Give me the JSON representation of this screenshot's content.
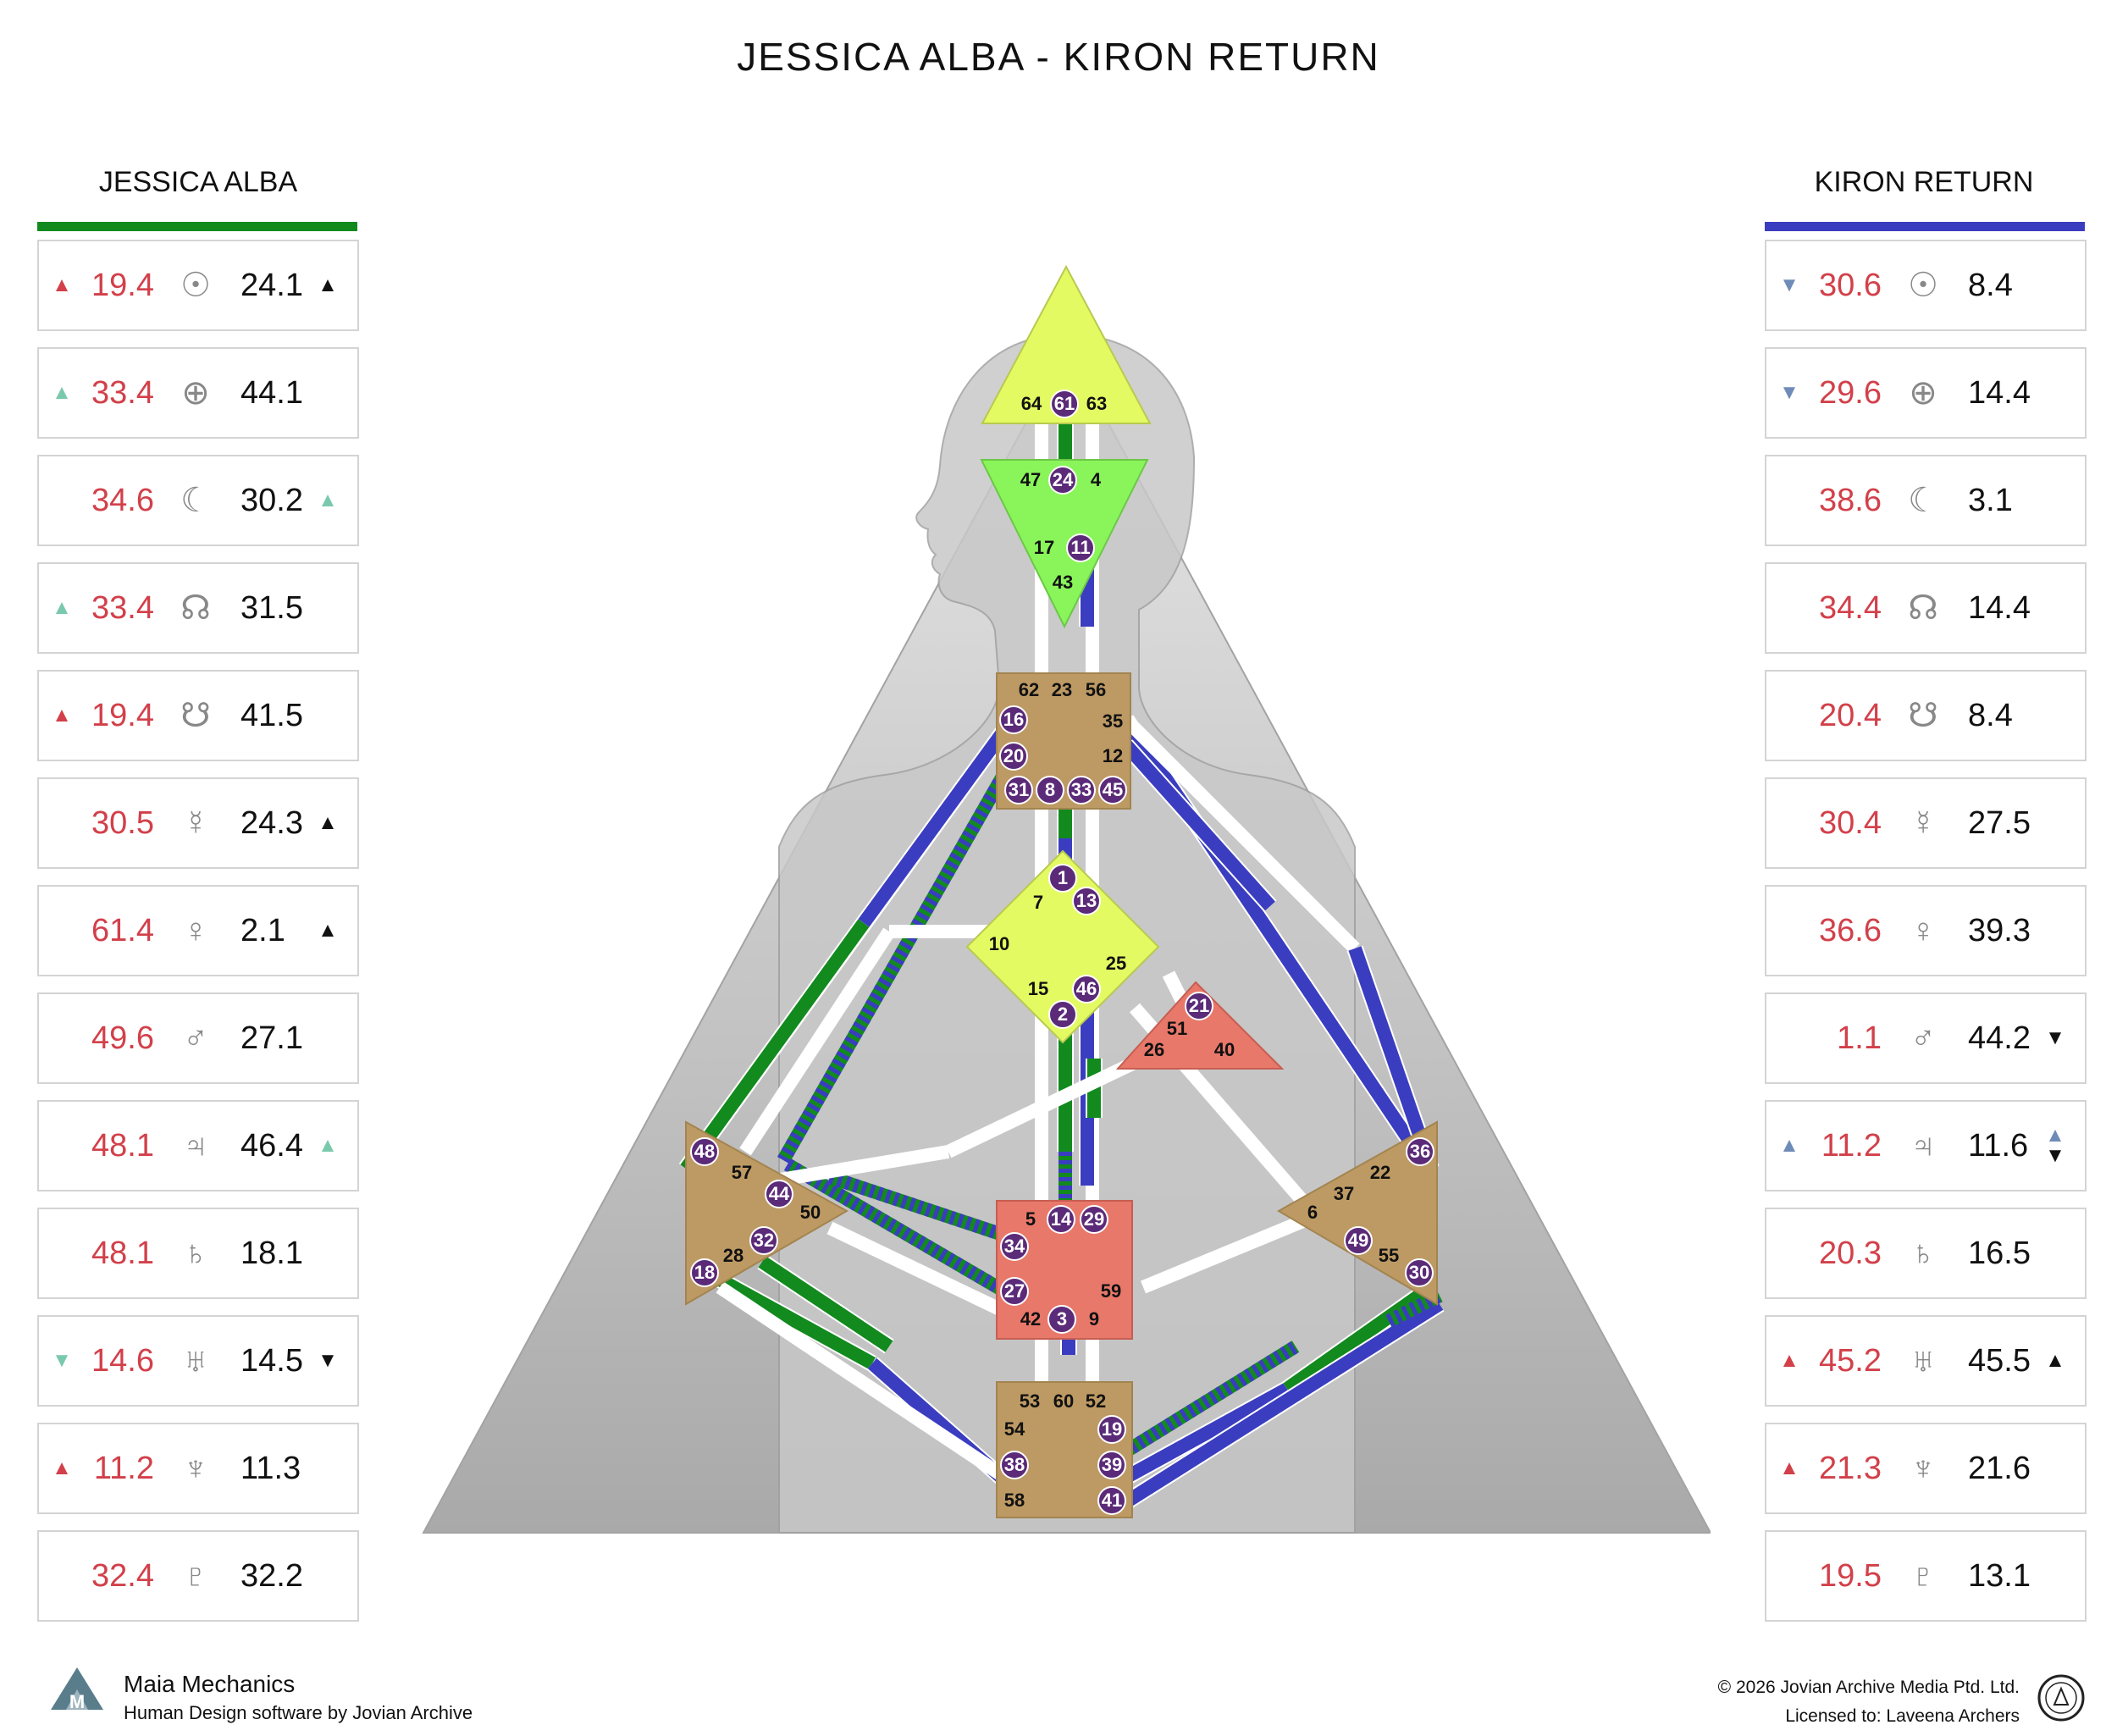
{
  "title": "JESSICA ALBA - KIRON RETURN",
  "left_column": {
    "header": "JESSICA ALBA",
    "accent": "#128a1e",
    "rows": [
      {
        "planet": "sun-icon",
        "glyph": "☉",
        "design": "19.4",
        "personality": "24.1",
        "design_arrow": "▲",
        "design_arrow_color": "red",
        "personality_arrow": "▲",
        "personality_arrow_color": "black"
      },
      {
        "planet": "earth-icon",
        "glyph": "⊕",
        "design": "33.4",
        "personality": "44.1",
        "design_arrow": "▲",
        "design_arrow_color": "teal",
        "personality_arrow": "",
        "personality_arrow_color": ""
      },
      {
        "planet": "moon-icon",
        "glyph": "☾",
        "design": "34.6",
        "personality": "30.2",
        "design_arrow": "",
        "design_arrow_color": "",
        "personality_arrow": "▲",
        "personality_arrow_color": "teal"
      },
      {
        "planet": "north-node-icon",
        "glyph": "☊",
        "design": "33.4",
        "personality": "31.5",
        "design_arrow": "▲",
        "design_arrow_color": "teal",
        "personality_arrow": "",
        "personality_arrow_color": ""
      },
      {
        "planet": "south-node-icon",
        "glyph": "☋",
        "design": "19.4",
        "personality": "41.5",
        "design_arrow": "▲",
        "design_arrow_color": "red",
        "personality_arrow": "",
        "personality_arrow_color": ""
      },
      {
        "planet": "mercury-icon",
        "glyph": "☿",
        "design": "30.5",
        "personality": "24.3",
        "design_arrow": "",
        "design_arrow_color": "",
        "personality_arrow": "▲",
        "personality_arrow_color": "black"
      },
      {
        "planet": "venus-icon",
        "glyph": "♀",
        "design": "61.4",
        "personality": "2.1",
        "design_arrow": "",
        "design_arrow_color": "",
        "personality_arrow": "▲",
        "personality_arrow_color": "black"
      },
      {
        "planet": "mars-icon",
        "glyph": "♂",
        "design": "49.6",
        "personality": "27.1",
        "design_arrow": "",
        "design_arrow_color": "",
        "personality_arrow": "",
        "personality_arrow_color": ""
      },
      {
        "planet": "jupiter-icon",
        "glyph": "♃",
        "design": "48.1",
        "personality": "46.4",
        "design_arrow": "",
        "design_arrow_color": "",
        "personality_arrow": "▲",
        "personality_arrow_color": "teal"
      },
      {
        "planet": "saturn-icon",
        "glyph": "♄",
        "design": "48.1",
        "personality": "18.1",
        "design_arrow": "",
        "design_arrow_color": "",
        "personality_arrow": "",
        "personality_arrow_color": ""
      },
      {
        "planet": "uranus-icon",
        "glyph": "♅",
        "design": "14.6",
        "personality": "14.5",
        "design_arrow": "▼",
        "design_arrow_color": "teal",
        "personality_arrow": "▼",
        "personality_arrow_color": "black"
      },
      {
        "planet": "neptune-icon",
        "glyph": "♆",
        "design": "11.2",
        "personality": "11.3",
        "design_arrow": "▲",
        "design_arrow_color": "red",
        "personality_arrow": "",
        "personality_arrow_color": ""
      },
      {
        "planet": "pluto-icon",
        "glyph": "♇",
        "design": "32.4",
        "personality": "32.2",
        "design_arrow": "",
        "design_arrow_color": "",
        "personality_arrow": "",
        "personality_arrow_color": ""
      }
    ]
  },
  "right_column": {
    "header": "KIRON RETURN",
    "accent": "#3b3dc0",
    "rows": [
      {
        "planet": "sun-icon",
        "glyph": "☉",
        "design": "30.6",
        "personality": "8.4",
        "design_arrow": "▼",
        "design_arrow_color": "slate",
        "personality_arrow": "",
        "personality_arrow_color": ""
      },
      {
        "planet": "earth-icon",
        "glyph": "⊕",
        "design": "29.6",
        "personality": "14.4",
        "design_arrow": "▼",
        "design_arrow_color": "slate",
        "personality_arrow": "",
        "personality_arrow_color": ""
      },
      {
        "planet": "moon-icon",
        "glyph": "☾",
        "design": "38.6",
        "personality": "3.1",
        "design_arrow": "",
        "design_arrow_color": "",
        "personality_arrow": "",
        "personality_arrow_color": ""
      },
      {
        "planet": "north-node-icon",
        "glyph": "☊",
        "design": "34.4",
        "personality": "14.4",
        "design_arrow": "",
        "design_arrow_color": "",
        "personality_arrow": "",
        "personality_arrow_color": ""
      },
      {
        "planet": "south-node-icon",
        "glyph": "☋",
        "design": "20.4",
        "personality": "8.4",
        "design_arrow": "",
        "design_arrow_color": "",
        "personality_arrow": "",
        "personality_arrow_color": ""
      },
      {
        "planet": "mercury-icon",
        "glyph": "☿",
        "design": "30.4",
        "personality": "27.5",
        "design_arrow": "",
        "design_arrow_color": "",
        "personality_arrow": "",
        "personality_arrow_color": ""
      },
      {
        "planet": "venus-icon",
        "glyph": "♀",
        "design": "36.6",
        "personality": "39.3",
        "design_arrow": "",
        "design_arrow_color": "",
        "personality_arrow": "",
        "personality_arrow_color": ""
      },
      {
        "planet": "mars-icon",
        "glyph": "♂",
        "design": "1.1",
        "personality": "44.2",
        "design_arrow": "",
        "design_arrow_color": "",
        "personality_arrow": "▼",
        "personality_arrow_color": "black"
      },
      {
        "planet": "jupiter-icon",
        "glyph": "♃",
        "design": "11.2",
        "personality": "11.6",
        "design_arrow": "▲",
        "design_arrow_color": "slate",
        "personality_arrow": "▲▼",
        "personality_arrow_color": "mixed"
      },
      {
        "planet": "saturn-icon",
        "glyph": "♄",
        "design": "20.3",
        "personality": "16.5",
        "design_arrow": "",
        "design_arrow_color": "",
        "personality_arrow": "",
        "personality_arrow_color": ""
      },
      {
        "planet": "uranus-icon",
        "glyph": "♅",
        "design": "45.2",
        "personality": "45.5",
        "design_arrow": "▲",
        "design_arrow_color": "red",
        "personality_arrow": "▲",
        "personality_arrow_color": "black"
      },
      {
        "planet": "neptune-icon",
        "glyph": "♆",
        "design": "21.3",
        "personality": "21.6",
        "design_arrow": "▲",
        "design_arrow_color": "red",
        "personality_arrow": "",
        "personality_arrow_color": ""
      },
      {
        "planet": "pluto-icon",
        "glyph": "♇",
        "design": "19.5",
        "personality": "13.1",
        "design_arrow": "",
        "design_arrow_color": "",
        "personality_arrow": "",
        "personality_arrow_color": ""
      }
    ]
  },
  "bodygraph": {
    "colors": {
      "left_chart": "#128a1e",
      "right_chart": "#3b3dc0",
      "gate_badge": "#5b2a78",
      "head_center": "#e3fa63",
      "ajna_center": "#8af55a",
      "throat_center": "#bd9a64",
      "g_center": "#e3fa63",
      "ego_center": "#e8786a",
      "sacral_center": "#e8786a",
      "spleen_center": "#bd9a64",
      "solar_plexus_center": "#bd9a64",
      "root_center": "#bd9a64"
    },
    "centers": [
      {
        "name": "head",
        "gates": [
          "64",
          "61",
          "63"
        ]
      },
      {
        "name": "ajna",
        "gates": [
          "47",
          "24",
          "4",
          "17",
          "11",
          "43"
        ]
      },
      {
        "name": "throat",
        "gates": [
          "62",
          "23",
          "56",
          "16",
          "35",
          "20",
          "12",
          "31",
          "8",
          "33",
          "45"
        ]
      },
      {
        "name": "g",
        "gates": [
          "1",
          "7",
          "13",
          "10",
          "25",
          "15",
          "46",
          "2"
        ]
      },
      {
        "name": "ego",
        "gates": [
          "21",
          "51",
          "26",
          "40"
        ]
      },
      {
        "name": "spleen",
        "gates": [
          "48",
          "57",
          "44",
          "50",
          "32",
          "28",
          "18"
        ]
      },
      {
        "name": "sacral",
        "gates": [
          "5",
          "14",
          "29",
          "34",
          "27",
          "59",
          "42",
          "3",
          "9"
        ]
      },
      {
        "name": "solar-plexus",
        "gates": [
          "36",
          "22",
          "37",
          "6",
          "49",
          "55",
          "30"
        ]
      },
      {
        "name": "root",
        "gates": [
          "53",
          "60",
          "52",
          "54",
          "19",
          "38",
          "39",
          "58",
          "41"
        ]
      }
    ],
    "activated_gates": [
      "61",
      "24",
      "11",
      "16",
      "20",
      "31",
      "8",
      "33",
      "45",
      "1",
      "13",
      "46",
      "2",
      "21",
      "48",
      "44",
      "32",
      "18",
      "14",
      "29",
      "34",
      "27",
      "3",
      "36",
      "49",
      "30",
      "19",
      "38",
      "39",
      "41"
    ]
  },
  "footer": {
    "brand": "Maia Mechanics",
    "tagline": "Human Design software by Jovian Archive",
    "copyright": "© 2026 Jovian Archive Media Ptd. Ltd.",
    "license": "Licensed to: Laveena Archers"
  }
}
